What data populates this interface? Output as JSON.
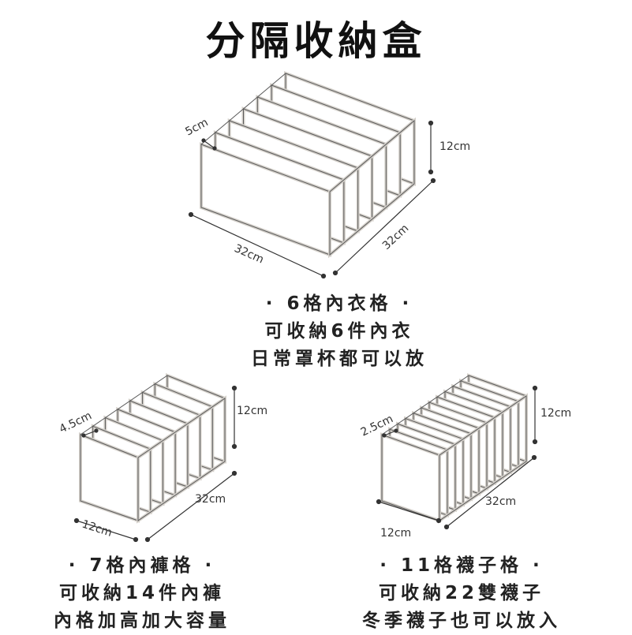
{
  "title": "分隔收納盒",
  "box_large": {
    "dims": {
      "width": "5cm",
      "height": "12cm",
      "length": "32cm",
      "depth": "32cm"
    },
    "caption": [
      "· 6格內衣格 ·",
      "可收納6件內衣",
      "日常罩杯都可以放"
    ]
  },
  "box_medium": {
    "dims": {
      "width": "4.5cm",
      "height": "12cm",
      "length": "32cm",
      "depth": "12cm"
    },
    "caption": [
      "· 7格內褲格 ·",
      "可收納14件內褲",
      "內格加高加大容量"
    ]
  },
  "box_small": {
    "dims": {
      "width": "2.5cm",
      "height": "12cm",
      "length": "32cm",
      "depth": "12cm"
    },
    "caption": [
      "· 11格襪子格 ·",
      "可收納22雙襪子",
      "冬季襪子也可以放入"
    ]
  },
  "colors": {
    "outline": "#d4d0ca",
    "inner": "#5a5a5a",
    "dimline": "#333333"
  }
}
